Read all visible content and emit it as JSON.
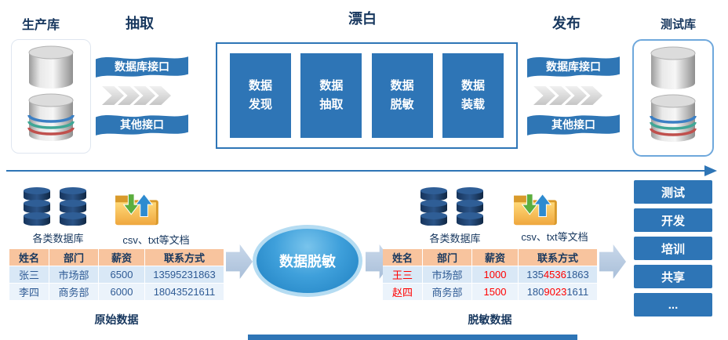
{
  "stages": {
    "production": "生产库",
    "extract": "抽取",
    "bleach": "漂白",
    "publish": "发布",
    "test": "测试库"
  },
  "extract": {
    "banner1": "数据库接口",
    "banner2": "其他接口"
  },
  "publish": {
    "banner1": "数据库接口",
    "banner2": "其他接口"
  },
  "bleach_steps": [
    "数据\n发现",
    "数据\n抽取",
    "数据\n脱敏",
    "数据\n装载"
  ],
  "flow": {
    "ellipse_label": "数据脱敏"
  },
  "sources_left": {
    "db_label": "各类数据库",
    "files_label": "csv、txt等文档"
  },
  "sources_right": {
    "db_label": "各类数据库",
    "files_label": "csv、txt等文档"
  },
  "original_table": {
    "caption": "原始数据",
    "headers": [
      "姓名",
      "部门",
      "薪资",
      "联系方式"
    ],
    "rows": [
      [
        "张三",
        "市场部",
        "6500",
        "13595231863"
      ],
      [
        "李四",
        "商务部",
        "6000",
        "18043521611"
      ]
    ]
  },
  "masked_table": {
    "caption": "脱敏数据",
    "headers": [
      "姓名",
      "部门",
      "薪资",
      "联系方式"
    ],
    "rows": [
      {
        "name": "王三",
        "dept": "市场部",
        "salary": "1000",
        "phone_pre": "135",
        "phone_red": "4536",
        "phone_post": "1863"
      },
      {
        "name": "赵四",
        "dept": "商务部",
        "salary": "1500",
        "phone_pre": "180",
        "phone_red": "9023",
        "phone_post": "1611"
      }
    ]
  },
  "targets": [
    "测试",
    "开发",
    "培训",
    "共享",
    "..."
  ],
  "icons": {
    "database": "database-cylinder-icon",
    "striped_database": "striped-database-cylinder-icon",
    "folder": "folder-sync-icon",
    "chevron": "chevron-right-icon",
    "arrow": "flow-arrow-icon"
  },
  "colors": {
    "primary_blue": "#2E75B6",
    "navy_text": "#17375E",
    "table_header_bg": "#F8C49E",
    "row_blue_bg": "#D9E8F6",
    "masked_red": "#FF0000",
    "chevron_gray": "#D8D8D8",
    "block_arrow_blue": "#B9CCE2"
  }
}
